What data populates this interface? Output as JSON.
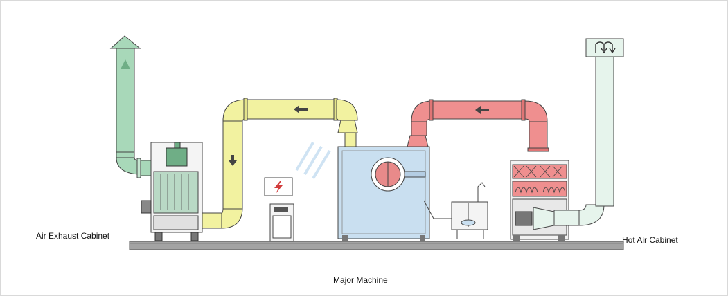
{
  "labels": {
    "air_exhaust_cabinet": "Air Exhaust Cabinet",
    "hot_air_cabinet": "Hot Air Cabinet",
    "major_machine": "Major Machine"
  },
  "colors": {
    "exhaust_duct": "#a8d8b9",
    "return_duct": "#f2f2a0",
    "hot_duct": "#ef8f8f",
    "intake_duct": "#e6f4ec",
    "machine_body": "#c9dff0",
    "base_rail": "#9e9e9e",
    "drum": "#e88a8a",
    "watermark": "#a9cdea"
  },
  "icons": {
    "exhaust_arrow": "up-arrow-icon",
    "flow_arrows": "left-arrow-icon",
    "down_flow": "down-arrow-icon",
    "intake": "intake-arrows-icon",
    "control_box": "lightning-warning-icon",
    "watermark": "brand-watermark"
  }
}
